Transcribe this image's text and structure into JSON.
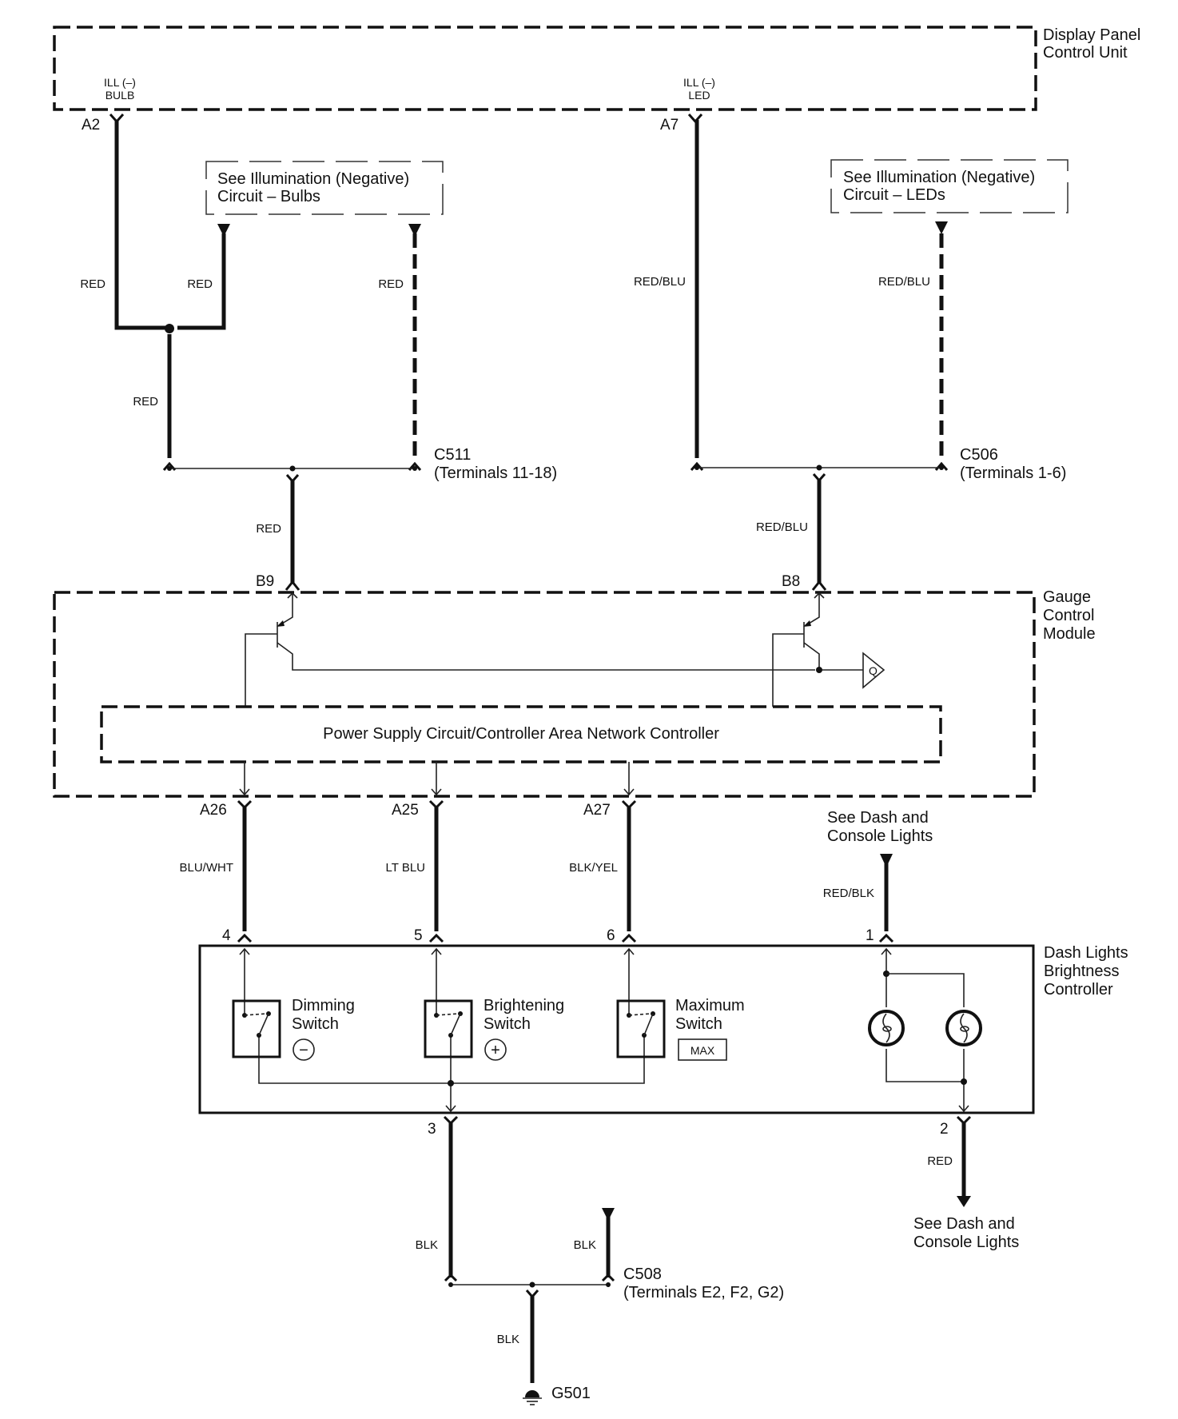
{
  "title": "Dash Lights Brightness Controller Circuit",
  "components": {
    "display_panel": {
      "name_line1": "Display Panel",
      "name_line2": "Control Unit",
      "pin_a2": {
        "func_line1": "ILL (–)",
        "func_line2": "BULB",
        "pin": "A2"
      },
      "pin_a7": {
        "func_line1": "ILL (–)",
        "func_line2": "LED",
        "pin": "A7"
      }
    },
    "gauge_module": {
      "name_line1": "Gauge",
      "name_line2": "Control",
      "name_line3": "Module",
      "inner_block": "Power Supply Circuit/Controller Area Network Controller",
      "output_symbol": "Q",
      "pins": {
        "b9": "B9",
        "b8": "B8",
        "a26": "A26",
        "a25": "A25",
        "a27": "A27"
      }
    },
    "brightness_controller": {
      "name_line1": "Dash Lights",
      "name_line2": "Brightness",
      "name_line3": "Controller",
      "pins": {
        "p1": "1",
        "p2": "2",
        "p3": "3",
        "p4": "4",
        "p5": "5",
        "p6": "6"
      },
      "switches": [
        {
          "line1": "Dimming",
          "line2": "Switch",
          "symbol": "−"
        },
        {
          "line1": "Brightening",
          "line2": "Switch",
          "symbol": "+"
        },
        {
          "line1": "Maximum",
          "line2": "Switch",
          "symbol": "MAX"
        }
      ]
    }
  },
  "references": {
    "bulbs": {
      "line1": "See Illumination (Negative)",
      "line2": "Circuit – Bulbs"
    },
    "leds": {
      "line1": "See Illumination (Negative)",
      "line2": "Circuit – LEDs"
    },
    "dash_in": {
      "line1": "See Dash and",
      "line2": "Console Lights"
    },
    "dash_out": {
      "line1": "See Dash and",
      "line2": "Console Lights"
    }
  },
  "connectors": {
    "c511": {
      "name": "C511",
      "terminals": "(Terminals 11-18)"
    },
    "c506": {
      "name": "C506",
      "terminals": "(Terminals 1-6)"
    },
    "c508": {
      "name": "C508",
      "terminals": "(Terminals E2, F2, G2)"
    }
  },
  "ground": {
    "name": "G501"
  },
  "wires": {
    "a2_left": "RED",
    "bulb_ref1": "RED",
    "bulb_ref2": "RED",
    "splice_down": "RED",
    "c511_b9": "RED",
    "a7": "RED/BLU",
    "led_ref": "RED/BLU",
    "c506_b8": "RED/BLU",
    "a26_4": "BLU/WHT",
    "a25_5": "LT BLU",
    "a27_6": "BLK/YEL",
    "dash_1": "RED/BLK",
    "out_2": "RED",
    "gnd_3": "BLK",
    "gnd_ref": "BLK",
    "gnd_g501": "BLK"
  }
}
